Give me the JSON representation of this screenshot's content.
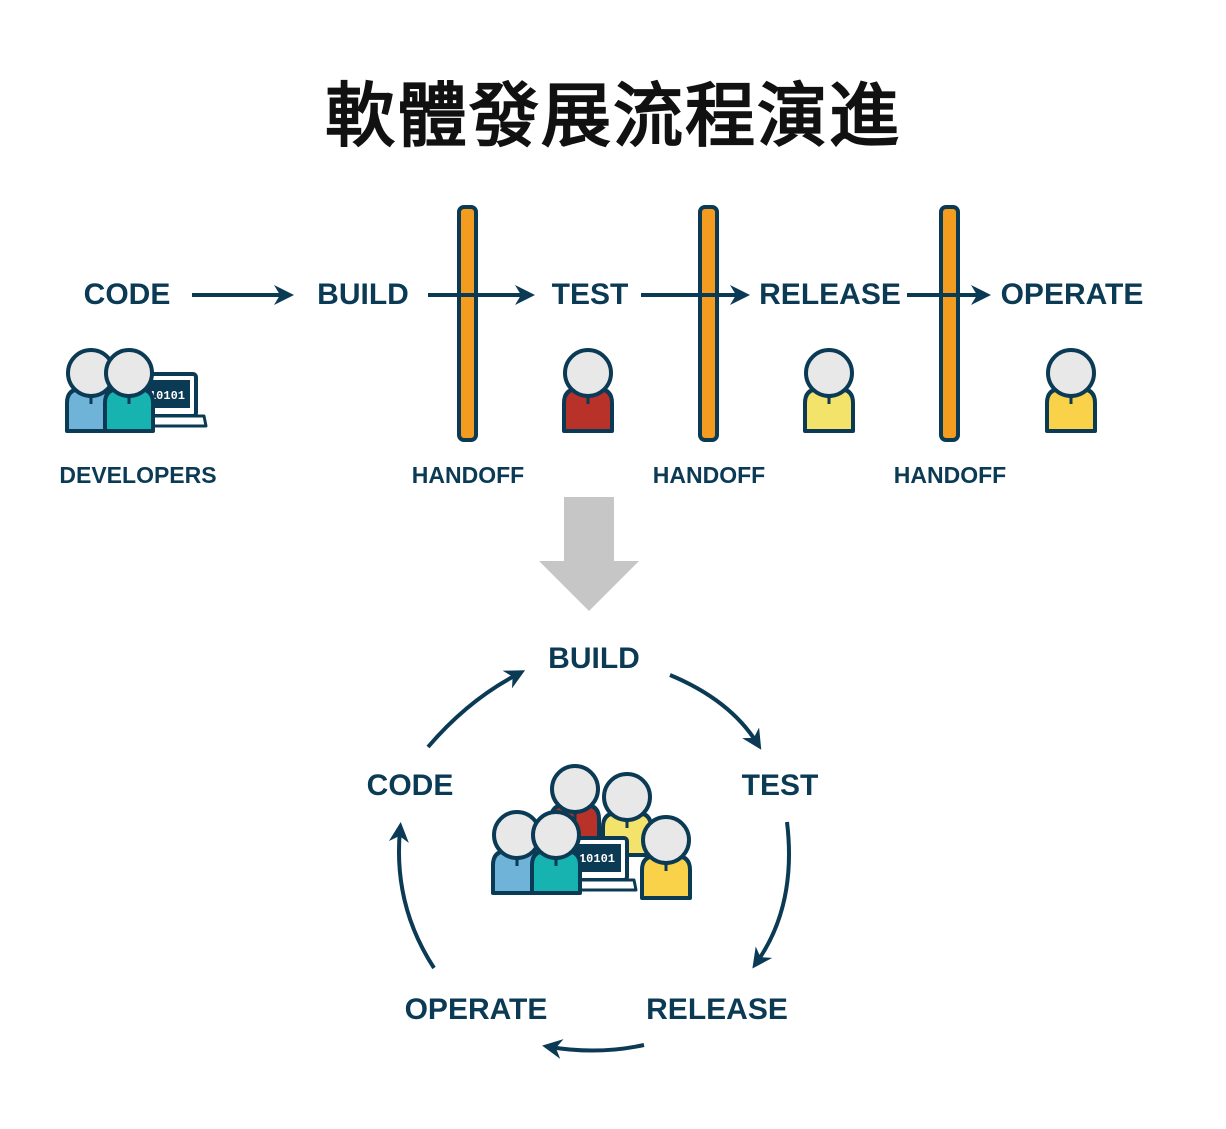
{
  "title": "軟體發展流程演進",
  "top_flow": {
    "stages": [
      "CODE",
      "BUILD",
      "TEST",
      "RELEASE",
      "OPERATE"
    ],
    "developers_label": "DEVELOPERS",
    "handoff_labels": [
      "HANDOFF",
      "HANDOFF",
      "HANDOFF"
    ],
    "laptop_code": "10101"
  },
  "cycle": {
    "stages": [
      "BUILD",
      "TEST",
      "RELEASE",
      "OPERATE",
      "CODE"
    ],
    "laptop_code": "10101"
  },
  "colors": {
    "text": "#0b3a55",
    "handoff_bar": "#f39c1f",
    "transition_arrow": "#c6c6c6",
    "person_blue": "#6fb3d9",
    "person_teal": "#17b3b0",
    "person_red": "#b8322a",
    "person_light_yellow": "#f4e36a",
    "person_yellow": "#fad24a"
  }
}
